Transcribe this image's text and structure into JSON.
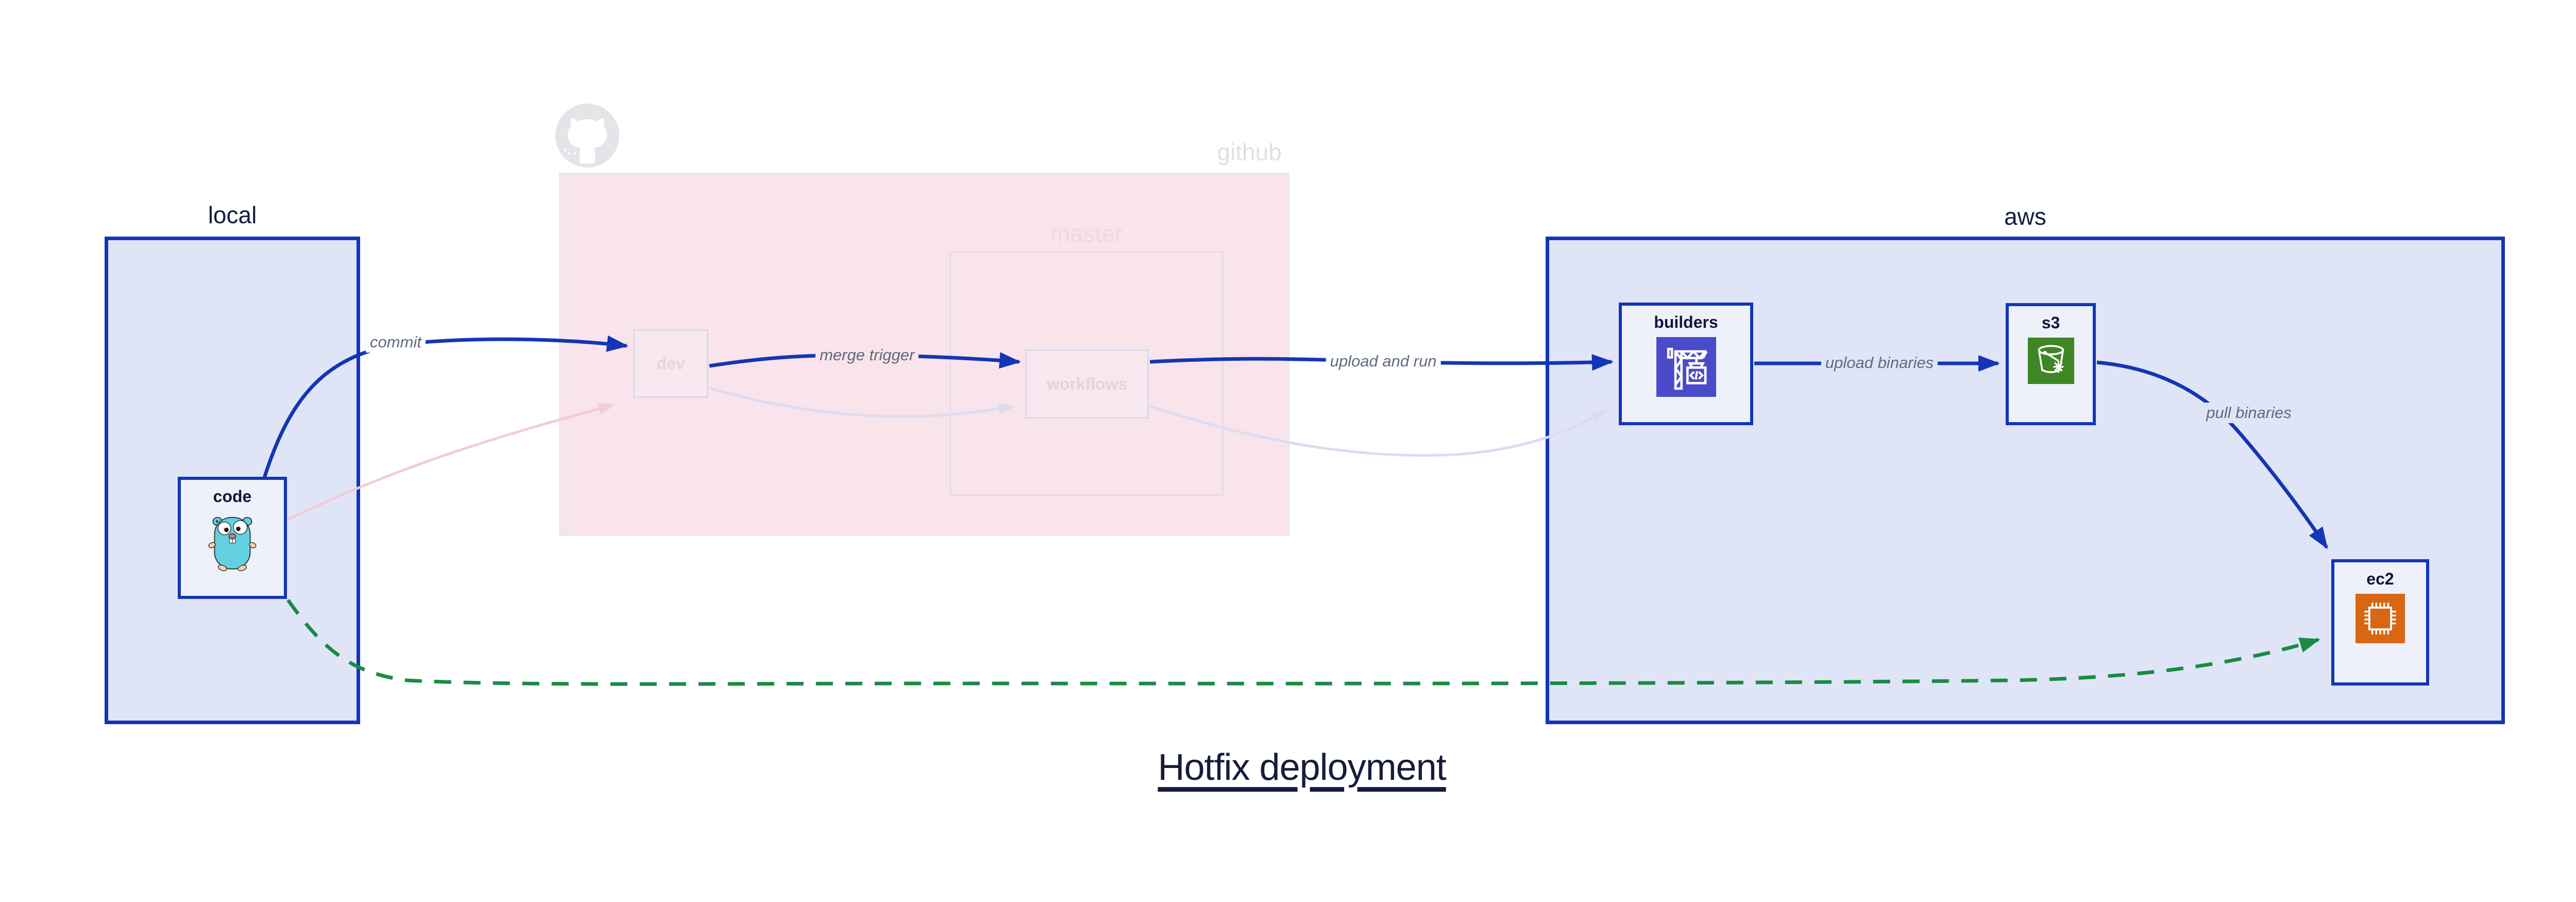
{
  "title": "Hotfix deployment",
  "containers": {
    "local": {
      "label": "local"
    },
    "github": {
      "label": "github"
    },
    "master": {
      "label": "master"
    },
    "aws": {
      "label": "aws"
    }
  },
  "nodes": {
    "code": {
      "label": "code",
      "icon": "gopher-icon"
    },
    "dev": {
      "label": "dev"
    },
    "workflows": {
      "label": "workflows"
    },
    "builders": {
      "label": "builders",
      "icon": "codebuild-crane-icon"
    },
    "s3": {
      "label": "s3",
      "icon": "s3-glacier-bucket-icon"
    },
    "ec2": {
      "label": "ec2",
      "icon": "ec2-chip-icon"
    }
  },
  "edges": {
    "commit": {
      "label": "commit",
      "from": "code",
      "to": "dev",
      "style": "solid-blue"
    },
    "merge_trigger": {
      "label": "merge trigger",
      "from": "dev",
      "to": "workflows",
      "style": "solid-blue"
    },
    "upload_and_run": {
      "label": "upload and run",
      "from": "workflows",
      "to": "builders",
      "style": "solid-blue"
    },
    "upload_binaries": {
      "label": "upload binaries",
      "from": "builders",
      "to": "s3",
      "style": "solid-blue"
    },
    "pull_binaries": {
      "label": "pull binaries",
      "from": "s3",
      "to": "ec2",
      "style": "solid-blue"
    },
    "hotfix_bypass": {
      "label": "",
      "from": "code",
      "to": "ec2",
      "style": "dashed-green"
    },
    "faded_code_dev": {
      "label": "",
      "from": "code",
      "to": "dev",
      "style": "faded-pink"
    },
    "faded_dev_workflows": {
      "label": "",
      "from": "dev",
      "to": "workflows",
      "style": "faded-lavender"
    },
    "faded_workflows_builders": {
      "label": "",
      "from": "workflows",
      "to": "builders",
      "style": "faded-lavender"
    }
  },
  "icons": {
    "octocat": "github-octocat-icon"
  },
  "colors": {
    "accent_blue": "#1435b5",
    "container_fill": "#dfe5f7",
    "node_fill": "#eef1fa",
    "github_fill": "#f8e4ea",
    "hotfix_green": "#1b8a44",
    "faded_pink_edge": "#f1ccd8",
    "faded_lavender_edge": "#dedbf0",
    "edge_label_gray": "#5f6b7d",
    "text_navy": "#131b3d",
    "codebuild_purple": "#4a4bc8",
    "s3_green": "#3f8624",
    "ec2_orange": "#d86613"
  }
}
